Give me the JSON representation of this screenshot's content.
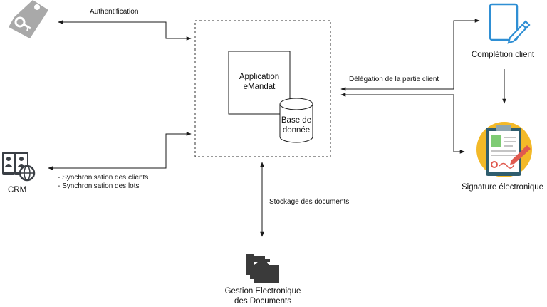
{
  "labels": {
    "authentification": "Authentification",
    "app_line1": "Application",
    "app_line2": "eMandat",
    "db_line1": "Base de",
    "db_line2": "donnée",
    "delegation": "Délégation de la partie client",
    "completion": "Complétion client",
    "signature": "Signature électronique",
    "crm": "CRM",
    "sync_clients": "- Synchronisation des clients",
    "sync_lots": "- Synchronisation des lots",
    "stockage": "Stockage des documents",
    "ged_line1": "Gestion Electronique",
    "ged_line2": "des Documents"
  },
  "icons": {
    "auth": "key-tag-icon",
    "crm": "contacts-globe-icon",
    "completion": "document-pen-icon",
    "signature": "clipboard-signature-icon",
    "ged": "folders-icon"
  },
  "colors": {
    "line": "#1a1a1a",
    "auth_tag": "#a9a9a9",
    "crm_icon": "#3a3f45",
    "completion_icon": "#2f8fd4",
    "signature_circle": "#f3b928",
    "signature_board": "#2f5d6e",
    "ged_icon": "#3a3a3a"
  }
}
